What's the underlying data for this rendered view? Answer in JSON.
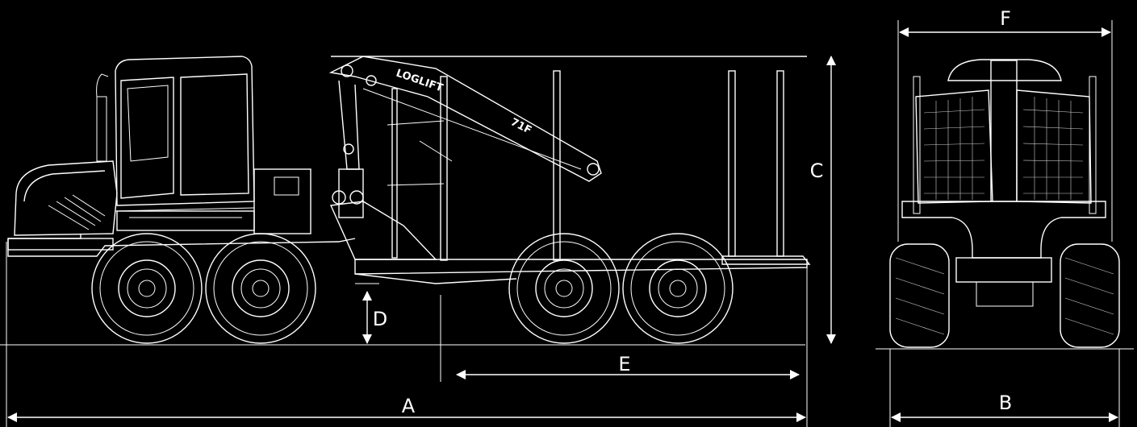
{
  "dimensions": {
    "A": "A",
    "B": "B",
    "C": "C",
    "D": "D",
    "E": "E",
    "F": "F"
  },
  "crane_brand": "LOGLIFT",
  "crane_model": "71F",
  "colors": {
    "background": "#000000",
    "line": "#ffffff"
  }
}
